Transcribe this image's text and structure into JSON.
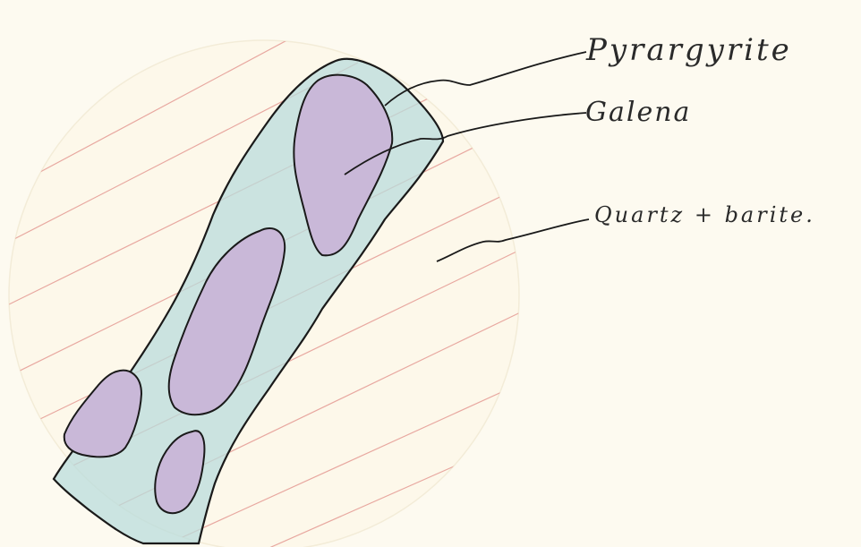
{
  "labels": {
    "pyrargyrite": "Pyrargyrite",
    "galena": "Galena",
    "quartz_barite": "Quartz + barite."
  },
  "colors": {
    "paper": "#fdfaf0",
    "pyrargyrite_fill": "#b9dcdc",
    "galena_fill": "#c9b8d8",
    "quartz_barite_lines": "#e8a8a0",
    "ink": "#1a1a1a"
  }
}
